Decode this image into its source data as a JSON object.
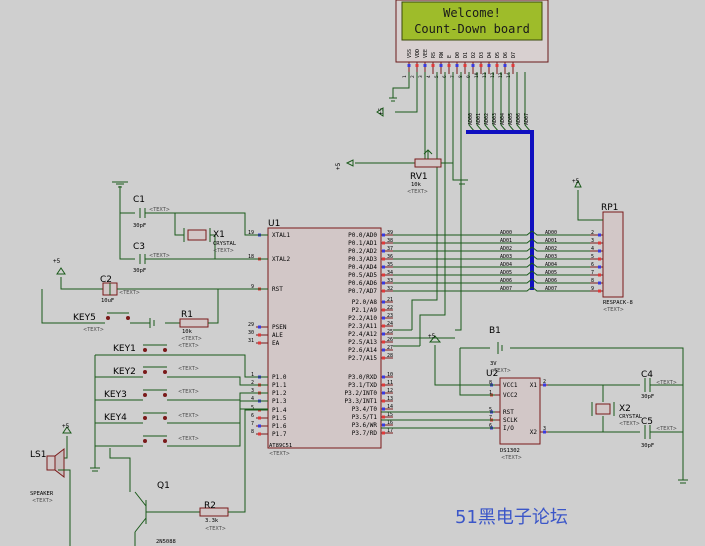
{
  "lcd": {
    "line1": "Welcome!",
    "line2": "Count-Down board",
    "pins": [
      "VSS",
      "VDD",
      "VEE",
      "RS",
      "RW",
      "E",
      "D0",
      "D1",
      "D2",
      "D3",
      "D4",
      "D5",
      "D6",
      "D7"
    ],
    "pin_nums": [
      "1",
      "2",
      "3",
      "4",
      "5",
      "6",
      "7",
      "8",
      "9",
      "10",
      "11",
      "12",
      "13",
      "14"
    ]
  },
  "mcu": {
    "ref": "U1",
    "part": "AT89C51",
    "text": "<TEXT>",
    "left_pins": [
      {
        "num": "19",
        "name": "XTAL1"
      },
      {
        "num": "18",
        "name": "XTAL2"
      },
      {
        "num": "9",
        "name": "RST"
      },
      {
        "num": "29",
        "name": "PSEN"
      },
      {
        "num": "30",
        "name": "ALE"
      },
      {
        "num": "31",
        "name": "EA"
      },
      {
        "num": "1",
        "name": "P1.0"
      },
      {
        "num": "2",
        "name": "P1.1"
      },
      {
        "num": "3",
        "name": "P1.2"
      },
      {
        "num": "4",
        "name": "P1.3"
      },
      {
        "num": "5",
        "name": "P1.4"
      },
      {
        "num": "6",
        "name": "P1.5"
      },
      {
        "num": "7",
        "name": "P1.6"
      },
      {
        "num": "8",
        "name": "P1.7"
      }
    ],
    "p0": [
      {
        "num": "39",
        "name": "P0.0/AD0"
      },
      {
        "num": "38",
        "name": "P0.1/AD1"
      },
      {
        "num": "37",
        "name": "P0.2/AD2"
      },
      {
        "num": "36",
        "name": "P0.3/AD3"
      },
      {
        "num": "35",
        "name": "P0.4/AD4"
      },
      {
        "num": "34",
        "name": "P0.5/AD5"
      },
      {
        "num": "33",
        "name": "P0.6/AD6"
      },
      {
        "num": "32",
        "name": "P0.7/AD7"
      }
    ],
    "p2": [
      {
        "num": "21",
        "name": "P2.0/A8"
      },
      {
        "num": "22",
        "name": "P2.1/A9"
      },
      {
        "num": "23",
        "name": "P2.2/A10"
      },
      {
        "num": "24",
        "name": "P2.3/A11"
      },
      {
        "num": "25",
        "name": "P2.4/A12"
      },
      {
        "num": "26",
        "name": "P2.5/A13"
      },
      {
        "num": "27",
        "name": "P2.6/A14"
      },
      {
        "num": "28",
        "name": "P2.7/A15"
      }
    ],
    "p3": [
      {
        "num": "10",
        "name": "P3.0/RXD"
      },
      {
        "num": "11",
        "name": "P3.1/TXD"
      },
      {
        "num": "12",
        "name": "P3.2/INT0"
      },
      {
        "num": "13",
        "name": "P3.3/INT1"
      },
      {
        "num": "14",
        "name": "P3.4/T0"
      },
      {
        "num": "15",
        "name": "P3.5/T1"
      },
      {
        "num": "16",
        "name": "P3.6/WR"
      },
      {
        "num": "17",
        "name": "P3.7/RD"
      }
    ]
  },
  "nets": [
    "AD00",
    "AD01",
    "AD02",
    "AD03",
    "AD04",
    "AD05",
    "AD06",
    "AD07"
  ],
  "rp1": {
    "ref": "RP1",
    "part": "RESPACK-8",
    "text": "<TEXT>",
    "pins": [
      "2",
      "3",
      "4",
      "5",
      "6",
      "7",
      "8",
      "9"
    ]
  },
  "u2": {
    "ref": "U2",
    "part": "DS1302",
    "text": "<TEXT>",
    "pins": [
      {
        "num": "8",
        "name": "VCC1"
      },
      {
        "num": "1",
        "name": "VCC2"
      },
      {
        "num": "5",
        "name": "RST"
      },
      {
        "num": "7",
        "name": "SCLK"
      },
      {
        "num": "6",
        "name": "I/O"
      }
    ],
    "right_pins": [
      {
        "num": "2",
        "name": "X1"
      },
      {
        "num": "3",
        "name": "X2"
      }
    ]
  },
  "components": {
    "c1": {
      "ref": "C1",
      "val": "30pF",
      "text": "<TEXT>"
    },
    "c3": {
      "ref": "C3",
      "val": "30pF",
      "text": "<TEXT>"
    },
    "x1": {
      "ref": "X1",
      "val": "CRYSTAL",
      "text": "<TEXT>"
    },
    "c2": {
      "ref": "C2",
      "val": "10uF",
      "text": "<TEXT>"
    },
    "r1": {
      "ref": "R1",
      "val": "10k",
      "text": "<TEXT>"
    },
    "rv1": {
      "ref": "RV1",
      "val": "10k",
      "text": "<TEXT>"
    },
    "key5": {
      "ref": "KEY5",
      "text": "<TEXT>"
    },
    "key1": {
      "ref": "KEY1",
      "text": "<TEXT>"
    },
    "key2": {
      "ref": "KEY2",
      "text": "<TEXT>"
    },
    "key3": {
      "ref": "KEY3",
      "text": "<TEXT>"
    },
    "key4": {
      "ref": "KEY4",
      "text": "<TEXT>"
    },
    "key6": {
      "text": "<TEXT>"
    },
    "b1": {
      "ref": "B1",
      "val": "3V",
      "text": "<TEXT>"
    },
    "c4": {
      "ref": "C4",
      "val": "30pF",
      "text": "<TEXT>"
    },
    "c5": {
      "ref": "C5",
      "val": "30pF",
      "text": "<TEXT>"
    },
    "x2": {
      "ref": "X2",
      "val": "CRYSTAL",
      "text": "<TEXT>"
    },
    "ls1": {
      "ref": "LS1",
      "val": "SPEAKER",
      "text": "<TEXT>"
    },
    "q1": {
      "ref": "Q1",
      "val": "2N5088"
    },
    "r2": {
      "ref": "R2",
      "val": "3.3k",
      "text": "<TEXT>"
    }
  },
  "power": {
    "plus5": "+5"
  },
  "watermark": "51黑电子论坛",
  "colors": {
    "background": "#cfcfcf",
    "lcd_screen": "#9ebc2a",
    "wire": "#1a5a1a",
    "bus": "#1010c0",
    "watermark": "#3b56c8"
  }
}
